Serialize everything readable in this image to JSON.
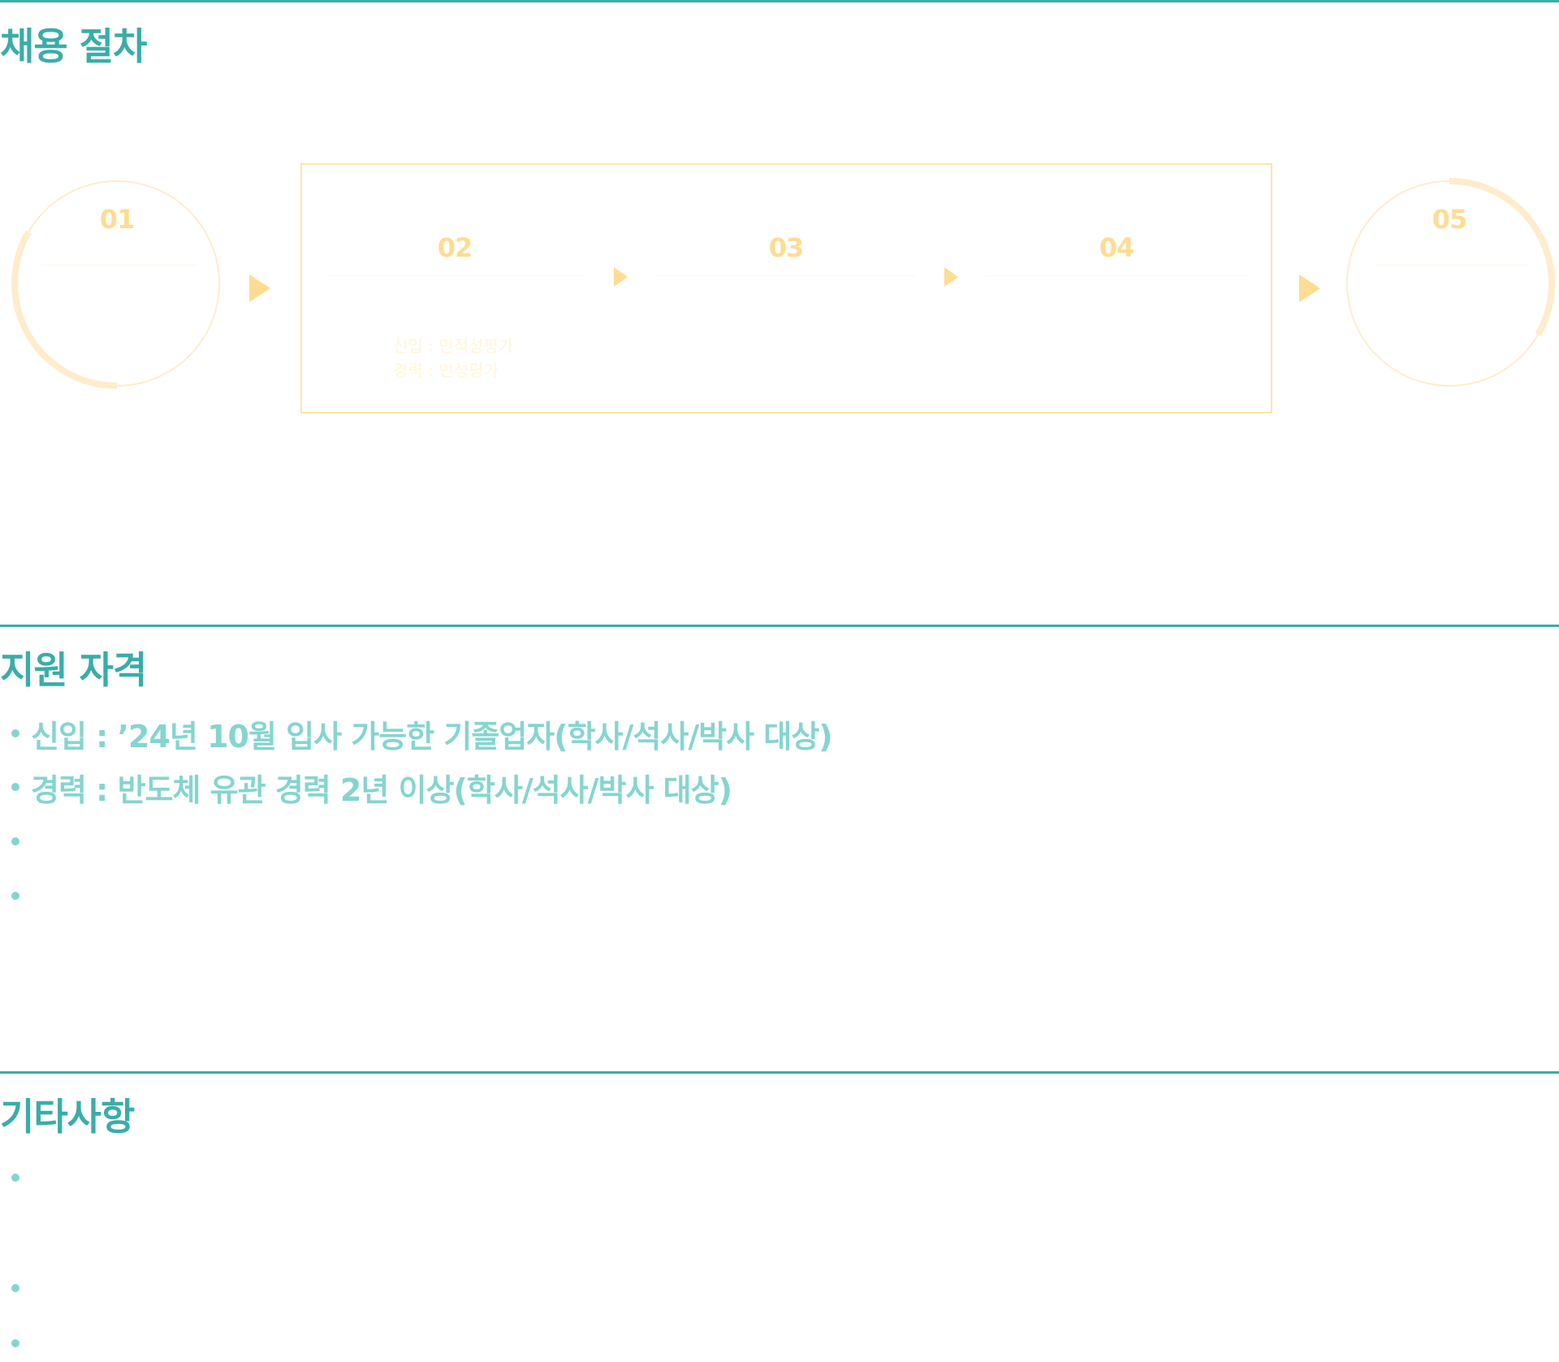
{
  "colors": {
    "accent": "#3aada8",
    "bullet": "#85d5cf",
    "step_number": "#ffdc93",
    "step_border": "#ffe5a8",
    "step_desc": "#fff6d6"
  },
  "process": {
    "title": "채용 절차",
    "steps": [
      {
        "number": "01",
        "desc": []
      },
      {
        "number": "02",
        "desc": [
          "신입 : 인적성평가",
          "경력 : 인성평가"
        ]
      },
      {
        "number": "03",
        "desc": []
      },
      {
        "number": "04",
        "desc": []
      },
      {
        "number": "05",
        "desc": []
      }
    ],
    "icons": {
      "arrow": "triangle-right-icon"
    }
  },
  "qualifications": {
    "title": "지원 자격",
    "items": [
      "신입 : ’24년 10월 입사 가능한 기졸업자(학사/석사/박사 대상)",
      "경력 : 반도체 유관 경력 2년 이상(학사/석사/박사 대상)",
      "",
      ""
    ]
  },
  "notes": {
    "title": "기타사항",
    "items": [
      "",
      "",
      ""
    ]
  }
}
